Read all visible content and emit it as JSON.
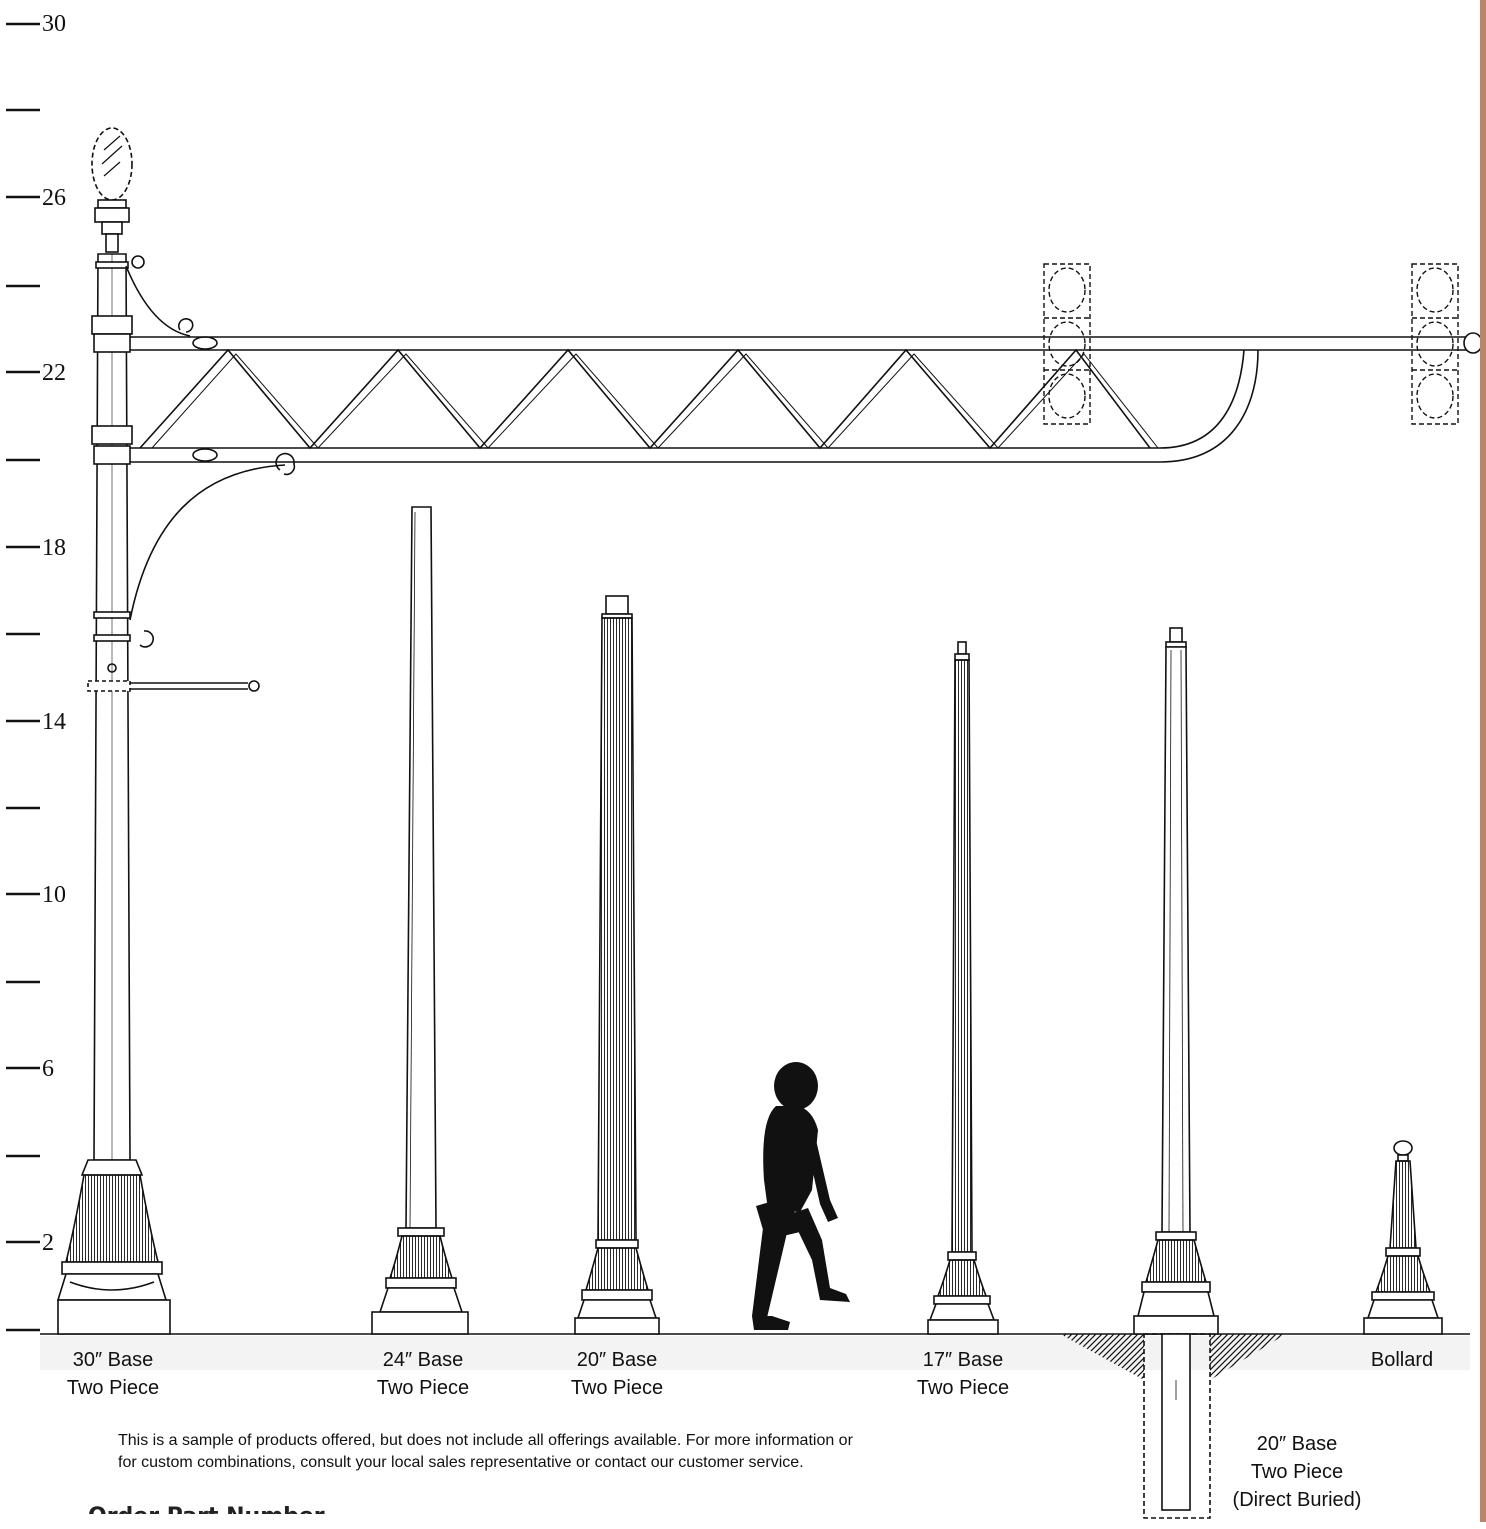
{
  "scale": {
    "labels": [
      "30",
      "26",
      "22",
      "18",
      "14",
      "10",
      "6",
      "2"
    ]
  },
  "products": [
    {
      "line1": "30″ Base",
      "line2": "Two Piece"
    },
    {
      "line1": "24″ Base",
      "line2": "Two Piece"
    },
    {
      "line1": "20″ Base",
      "line2": "Two Piece"
    },
    {
      "line1": "17″ Base",
      "line2": "Two Piece"
    },
    {
      "line1": "20″ Base",
      "line2": "Two Piece",
      "line3": "(Direct Buried)"
    },
    {
      "line1": "Bollard"
    }
  ],
  "note": {
    "line1": "This is a sample of products offered, but does not include all offerings available. For more information or",
    "line2": "for custom combinations, consult your local sales representative or contact our customer service."
  },
  "footer": {
    "partial_heading": "Order Part Number"
  },
  "colors": {
    "line": "#111111",
    "accent_bar": "#b8876a"
  }
}
